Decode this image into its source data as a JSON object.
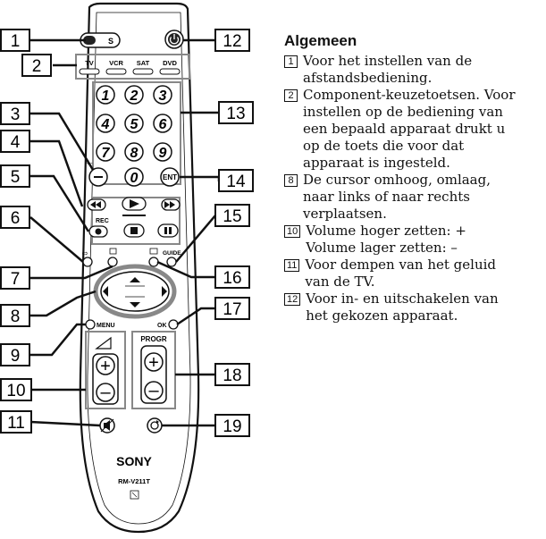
{
  "remote": {
    "switch_label": "S",
    "components": [
      "TV",
      "VCR",
      "SAT",
      "DVD"
    ],
    "digits": [
      "1",
      "2",
      "3",
      "4",
      "5",
      "6",
      "7",
      "8",
      "9"
    ],
    "zero": "0",
    "dash": "-/--",
    "enter": "ENT",
    "rec_label": "REC",
    "guide_label": "GUIDE",
    "menu_label": "MENU",
    "ok_label": "OK",
    "progr_label": "PROGR",
    "plus": "+",
    "minus": "–",
    "brand": "SONY",
    "model": "RM-V211T"
  },
  "callouts": [
    "1",
    "2",
    "3",
    "4",
    "5",
    "6",
    "7",
    "8",
    "9",
    "10",
    "11",
    "12",
    "13",
    "14",
    "15",
    "16",
    "17",
    "18",
    "19"
  ],
  "section": {
    "title": "Algemeen",
    "items": [
      {
        "num": "1",
        "lines": [
          "Voor het instellen van de",
          "afstandsbediening."
        ]
      },
      {
        "num": "2",
        "lines": [
          "Component-keuzetoetsen. Voor",
          "instellen op de bediening van",
          "een bepaald apparaat drukt u",
          "op de toets die voor dat",
          "apparaat is ingesteld."
        ]
      },
      {
        "num": "8",
        "lines": [
          "De cursor omhoog, omlaag,",
          "naar links of naar rechts",
          "verplaatsen."
        ]
      },
      {
        "num": "10",
        "lines": [
          "Volume hoger zetten: +",
          "Volume lager zetten: –"
        ]
      },
      {
        "num": "11",
        "lines": [
          "Voor dempen van het geluid",
          "van de TV."
        ]
      },
      {
        "num": "12",
        "lines": [
          "Voor in- en uitschakelen van",
          "het gekozen apparaat."
        ]
      }
    ]
  }
}
